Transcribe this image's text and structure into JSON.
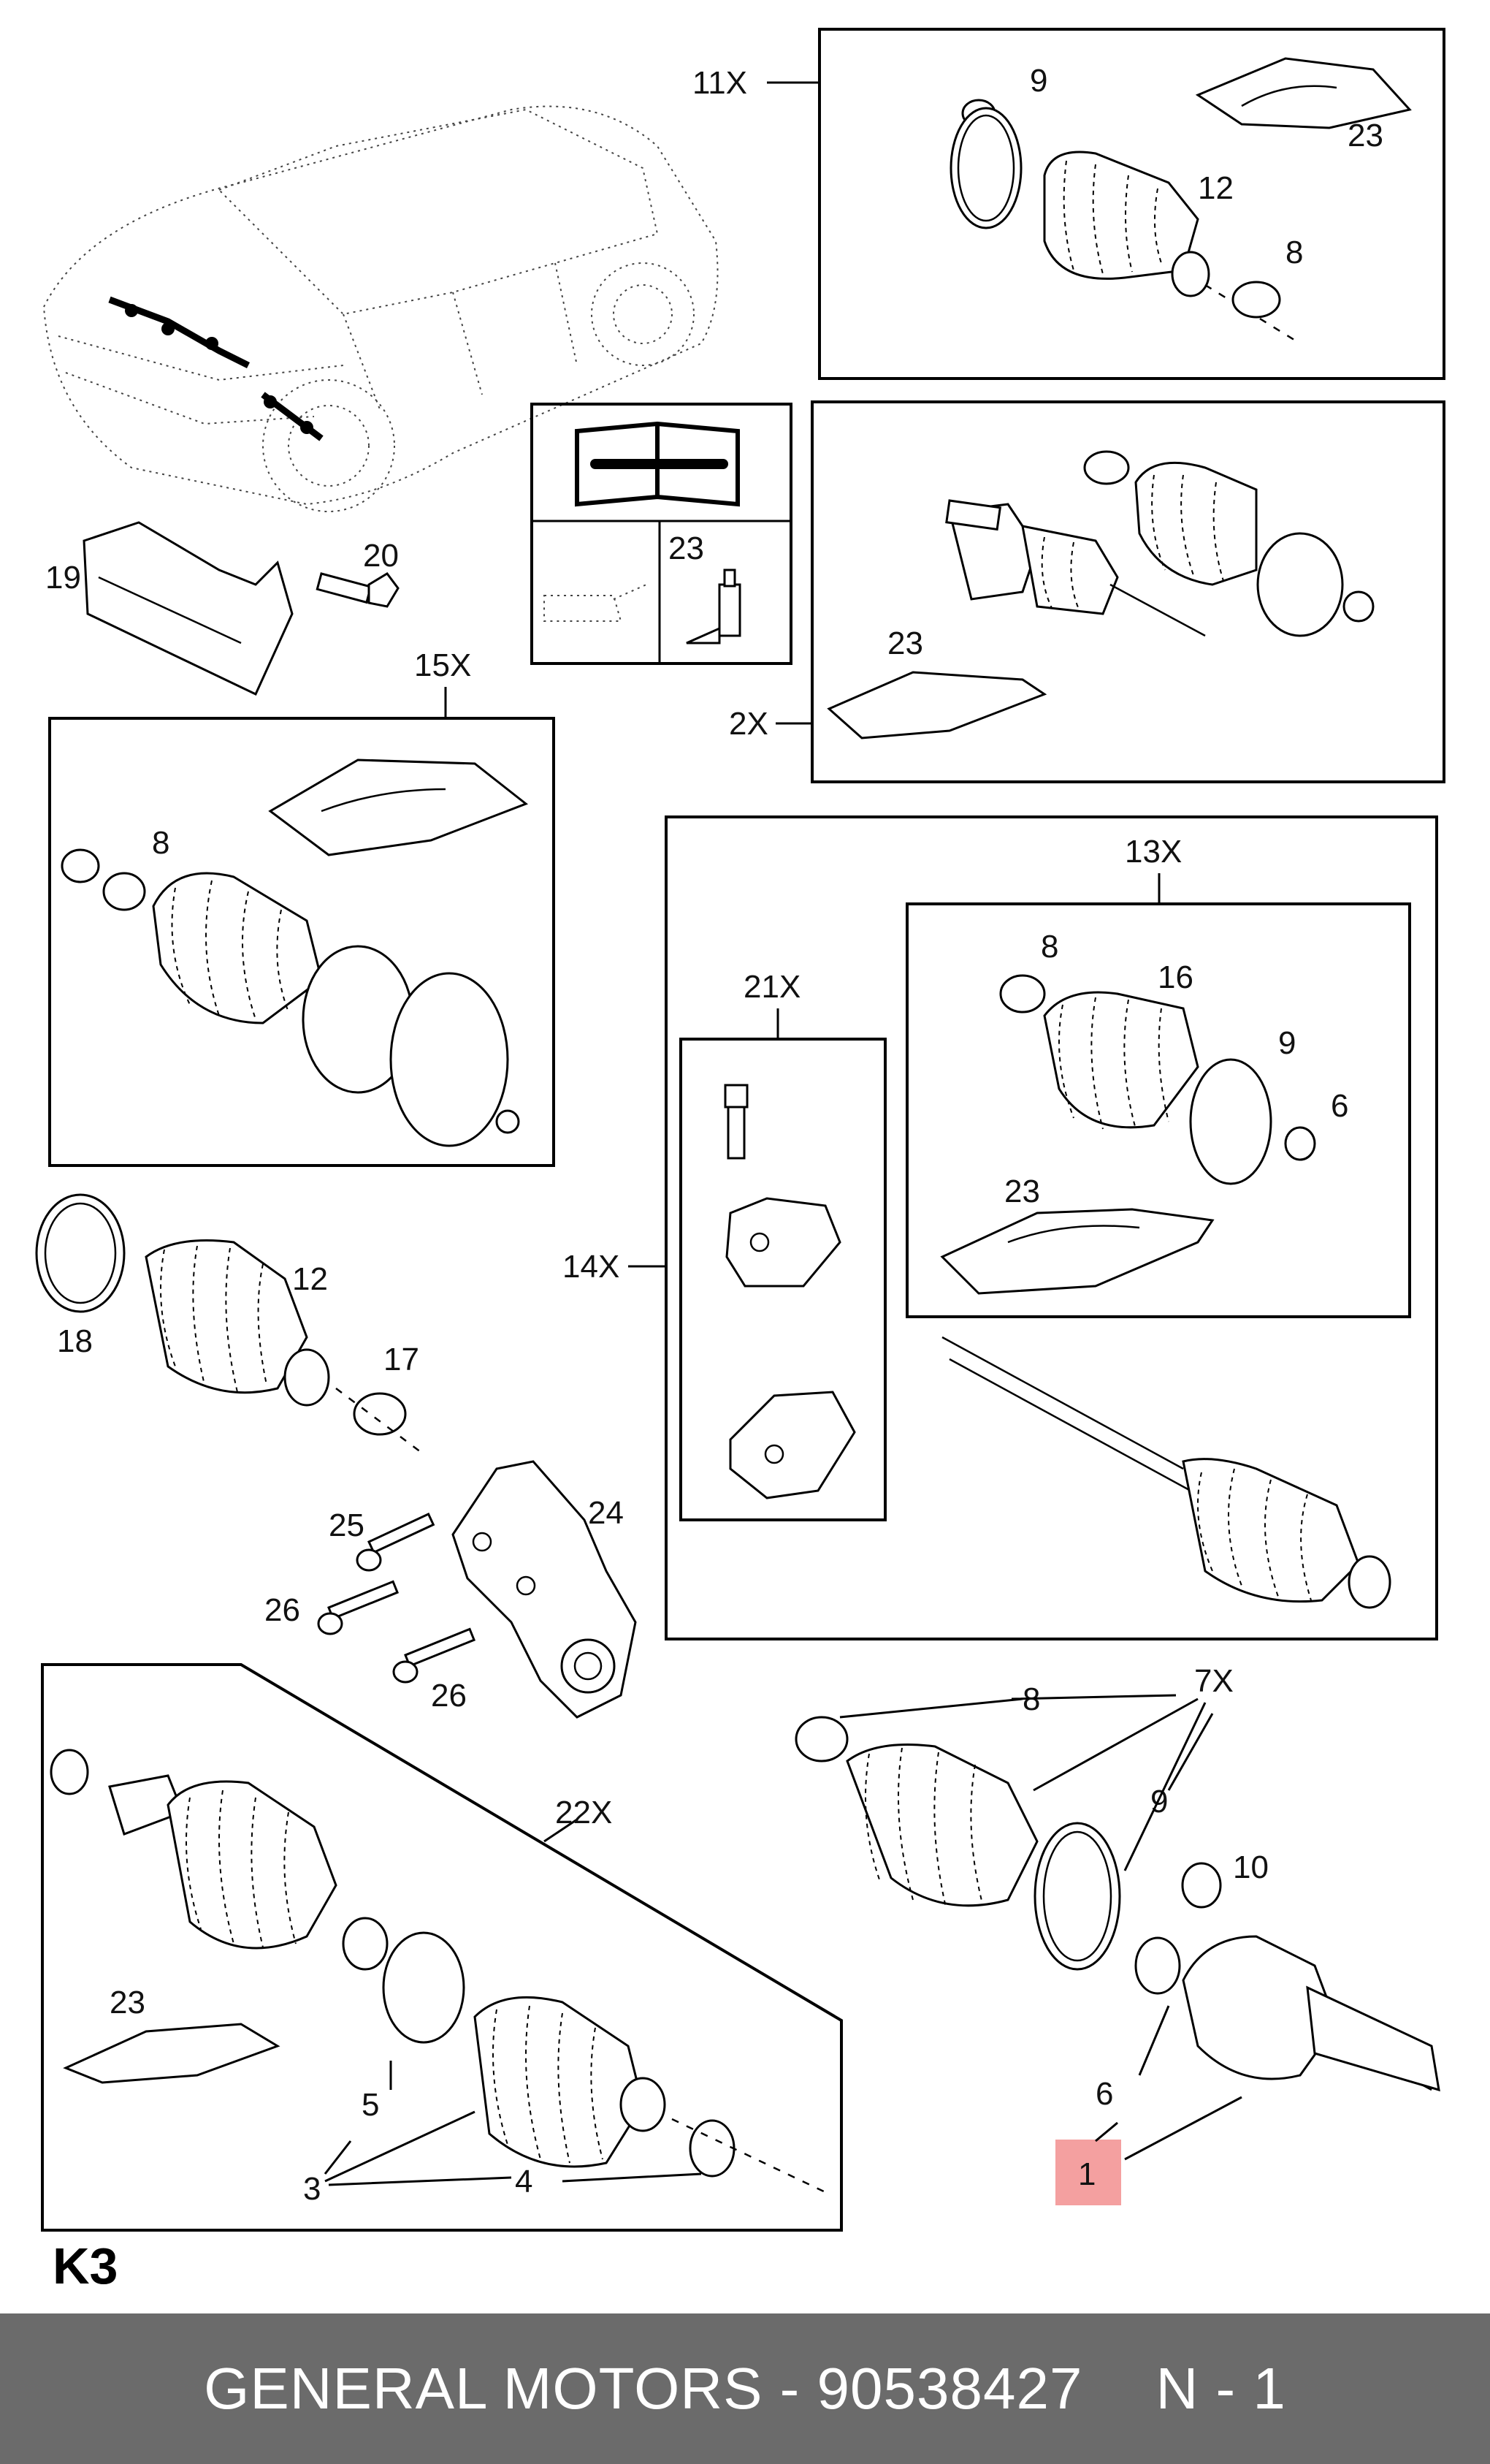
{
  "page_code": "K3",
  "footer": {
    "brand": "GENERAL MOTORS",
    "separator": " - ",
    "part_number": "90538427",
    "quantity": "N - 1"
  },
  "labels": {
    "l11x": "11X",
    "l9a": "9",
    "l23a": "23",
    "l12a": "12",
    "l8a": "8",
    "l20": "20",
    "l19": "19",
    "l23b": "23",
    "l23c": "23",
    "l2x": "2X",
    "l15x": "15X",
    "l8b": "8",
    "l13x": "13X",
    "l21x": "21X",
    "l8c": "8",
    "l16": "16",
    "l9b": "9",
    "l6a": "6",
    "l23d": "23",
    "l14x": "14X",
    "l12b": "12",
    "l18": "18",
    "l17": "17",
    "l25": "25",
    "l24": "24",
    "l26a": "26",
    "l26b": "26",
    "l22x": "22X",
    "l23e": "23",
    "l5": "5",
    "l3": "3",
    "l4": "4",
    "l8d": "8",
    "l7x": "7X",
    "l9c": "9",
    "l10": "10",
    "l6b": "6",
    "l1": "1"
  },
  "highlight": {
    "label": "1",
    "color": "#f4a0a0"
  }
}
